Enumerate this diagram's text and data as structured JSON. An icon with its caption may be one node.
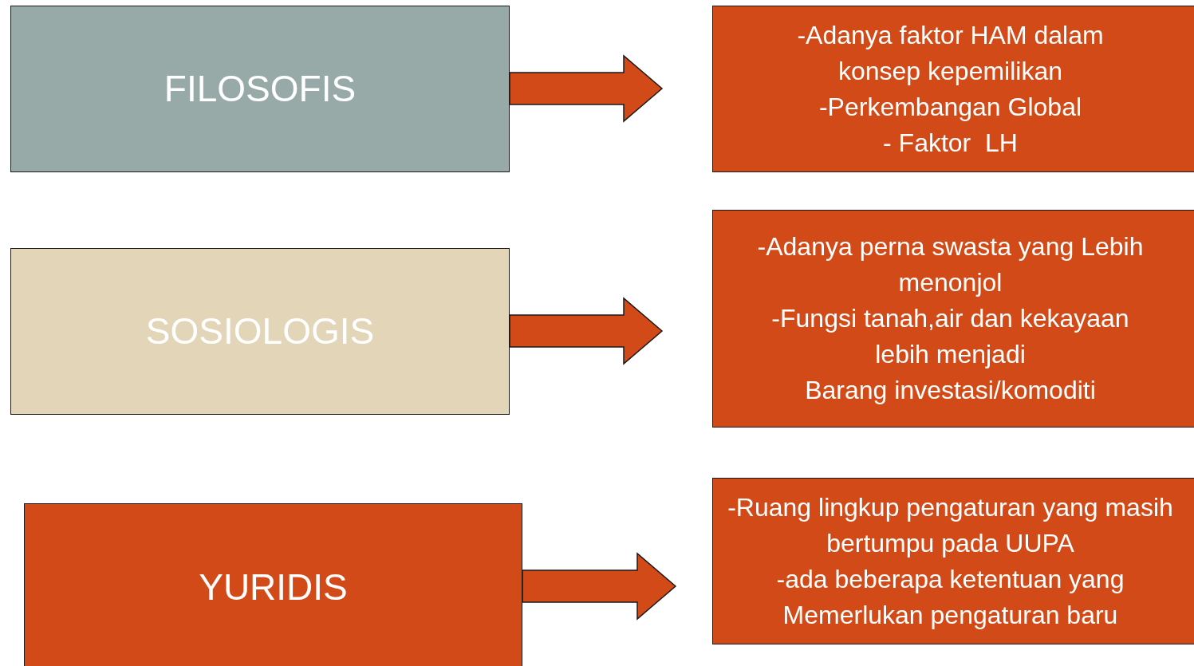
{
  "diagram": {
    "nodes": [
      {
        "text": [
          "FILOSOFIS"
        ]
      },
      {
        "text": [
          "-Adanya faktor HAM dalam konsep kepemilikan",
          "-Perkembangan Global",
          "- Faktor  LH"
        ]
      },
      {
        "text": [
          "SOSIOLOGIS"
        ]
      },
      {
        "text": [
          "-Adanya perna swasta yang Lebih menonjol",
          "-Fungsi tanah,air dan kekayaan lebih menjadi",
          "Barang investasi/komoditi"
        ]
      },
      {
        "text": [
          "YURIDIS"
        ]
      },
      {
        "text": [
          "-Ruang lingkup pengaturan yang masih bertumpu pada UUPA",
          "-ada beberapa ketentuan yang Memerlukan pengaturan baru"
        ]
      }
    ],
    "edges": [
      {
        "from": 0,
        "to": 1,
        "arrow": "to"
      },
      {
        "from": 2,
        "to": 3,
        "arrow": "to"
      },
      {
        "from": 4,
        "to": 5,
        "arrow": "to"
      }
    ]
  }
}
